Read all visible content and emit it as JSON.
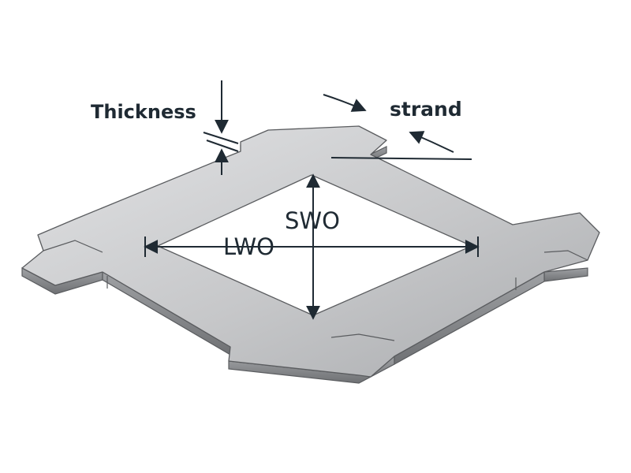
{
  "labels": {
    "thickness": "Thickness",
    "strand": "strand",
    "swo": "SWO",
    "lwo": "LWO"
  },
  "colors": {
    "metal_top": "#c9cacc",
    "metal_side": "#8d8f92",
    "metal_edge": "#5a5c5f",
    "line": "#1f2a33"
  }
}
